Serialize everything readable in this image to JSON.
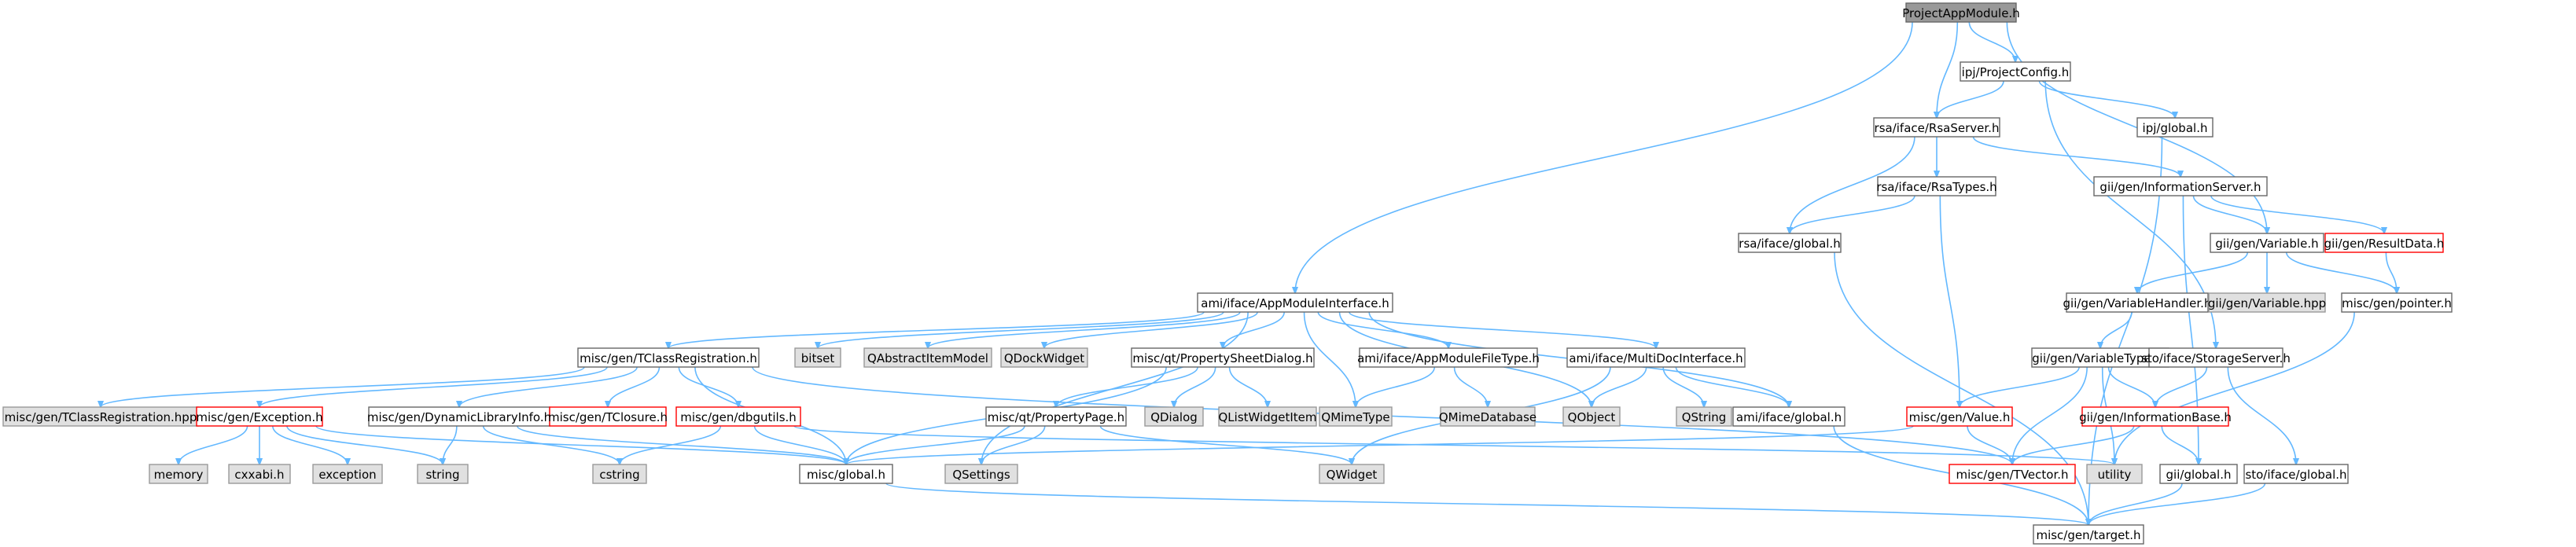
{
  "title": "ProjectAppModule.h",
  "colors": {
    "edge": "#63b8ff",
    "root_fill": "#999999",
    "root_border": "#666666",
    "normal_fill": "#ffffff",
    "normal_border": "#666666",
    "ext_fill": "#e0e0e0",
    "ext_border": "#999999",
    "trunc_border": "#ff0000"
  },
  "nodes": [
    {
      "id": "root",
      "label": "ProjectAppModule.h",
      "style": "root"
    },
    {
      "id": "ipj_pc",
      "label": "ipj/ProjectConfig.h",
      "style": "normal"
    },
    {
      "id": "rsa_server",
      "label": "rsa/iface/RsaServer.h",
      "style": "normal"
    },
    {
      "id": "ipj_global",
      "label": "ipj/global.h",
      "style": "normal"
    },
    {
      "id": "rsa_types",
      "label": "rsa/iface/RsaTypes.h",
      "style": "normal"
    },
    {
      "id": "gii_is",
      "label": "gii/gen/InformationServer.h",
      "style": "normal"
    },
    {
      "id": "rsa_global",
      "label": "rsa/iface/global.h",
      "style": "normal"
    },
    {
      "id": "gii_var",
      "label": "gii/gen/Variable.h",
      "style": "normal"
    },
    {
      "id": "gii_rd",
      "label": "gii/gen/ResultData.h",
      "style": "trunc"
    },
    {
      "id": "ami_ami",
      "label": "ami/iface/AppModuleInterface.h",
      "style": "normal"
    },
    {
      "id": "gii_vh",
      "label": "gii/gen/VariableHandler.h",
      "style": "normal"
    },
    {
      "id": "gii_varhpp",
      "label": "gii/gen/Variable.hpp",
      "style": "ext"
    },
    {
      "id": "misc_ptr",
      "label": "misc/gen/pointer.h",
      "style": "normal"
    },
    {
      "id": "mtcr",
      "label": "misc/gen/TClassRegistration.h",
      "style": "normal"
    },
    {
      "id": "bitset",
      "label": "bitset",
      "style": "ext"
    },
    {
      "id": "qaim",
      "label": "QAbstractItemModel",
      "style": "ext"
    },
    {
      "id": "qdw",
      "label": "QDockWidget",
      "style": "ext"
    },
    {
      "id": "mqpsd",
      "label": "misc/qt/PropertySheetDialog.h",
      "style": "normal"
    },
    {
      "id": "ami_amft",
      "label": "ami/iface/AppModuleFileType.h",
      "style": "normal"
    },
    {
      "id": "ami_mdi",
      "label": "ami/iface/MultiDocInterface.h",
      "style": "normal"
    },
    {
      "id": "gii_vt",
      "label": "gii/gen/VariableTypes.h",
      "style": "normal"
    },
    {
      "id": "sto_ss",
      "label": "sto/iface/StorageServer.h",
      "style": "normal"
    },
    {
      "id": "mtcr_hpp",
      "label": "misc/gen/TClassRegistration.hpp",
      "style": "ext"
    },
    {
      "id": "mexc",
      "label": "misc/gen/Exception.h",
      "style": "trunc"
    },
    {
      "id": "mdli",
      "label": "misc/gen/DynamicLibraryInfo.h",
      "style": "normal"
    },
    {
      "id": "mtcl",
      "label": "misc/gen/TClosure.h",
      "style": "trunc"
    },
    {
      "id": "mdbg",
      "label": "misc/gen/dbgutils.h",
      "style": "trunc"
    },
    {
      "id": "mqpp",
      "label": "misc/qt/PropertyPage.h",
      "style": "normal"
    },
    {
      "id": "qdialog",
      "label": "QDialog",
      "style": "ext"
    },
    {
      "id": "qlwi",
      "label": "QListWidgetItem",
      "style": "ext"
    },
    {
      "id": "qmime",
      "label": "QMimeType",
      "style": "ext"
    },
    {
      "id": "qmdb",
      "label": "QMimeDatabase",
      "style": "ext"
    },
    {
      "id": "qobject",
      "label": "QObject",
      "style": "ext"
    },
    {
      "id": "qstring",
      "label": "QString",
      "style": "ext"
    },
    {
      "id": "ami_global",
      "label": "ami/iface/global.h",
      "style": "normal"
    },
    {
      "id": "mval",
      "label": "misc/gen/Value.h",
      "style": "trunc"
    },
    {
      "id": "gii_ib",
      "label": "gii/gen/InformationBase.h",
      "style": "trunc"
    },
    {
      "id": "memory",
      "label": "memory",
      "style": "ext"
    },
    {
      "id": "cxxabi",
      "label": "cxxabi.h",
      "style": "ext"
    },
    {
      "id": "exception",
      "label": "exception",
      "style": "ext"
    },
    {
      "id": "string",
      "label": "string",
      "style": "ext"
    },
    {
      "id": "cstring",
      "label": "cstring",
      "style": "ext"
    },
    {
      "id": "mglobal",
      "label": "misc/global.h",
      "style": "normal"
    },
    {
      "id": "qsettings",
      "label": "QSettings",
      "style": "ext"
    },
    {
      "id": "qwidget",
      "label": "QWidget",
      "style": "ext"
    },
    {
      "id": "mtvec",
      "label": "misc/gen/TVector.h",
      "style": "trunc"
    },
    {
      "id": "utility",
      "label": "utility",
      "style": "ext"
    },
    {
      "id": "gii_global",
      "label": "gii/global.h",
      "style": "normal"
    },
    {
      "id": "sto_global",
      "label": "sto/iface/global.h",
      "style": "normal"
    },
    {
      "id": "mtarget",
      "label": "misc/gen/target.h",
      "style": "normal"
    }
  ],
  "edges": [
    [
      "root",
      "ipj_pc"
    ],
    [
      "root",
      "rsa_server"
    ],
    [
      "root",
      "gii_var"
    ],
    [
      "root",
      "ami_ami"
    ],
    [
      "ipj_pc",
      "rsa_server"
    ],
    [
      "ipj_pc",
      "ipj_global"
    ],
    [
      "ipj_pc",
      "sto_ss"
    ],
    [
      "ipj_global",
      "mtarget"
    ],
    [
      "rsa_server",
      "rsa_types"
    ],
    [
      "rsa_server",
      "gii_is"
    ],
    [
      "rsa_server",
      "rsa_global"
    ],
    [
      "rsa_types",
      "rsa_global"
    ],
    [
      "rsa_types",
      "mval"
    ],
    [
      "rsa_global",
      "mtarget"
    ],
    [
      "gii_is",
      "gii_var"
    ],
    [
      "gii_is",
      "gii_rd"
    ],
    [
      "gii_is",
      "gii_global"
    ],
    [
      "gii_var",
      "gii_vh"
    ],
    [
      "gii_var",
      "gii_varhpp"
    ],
    [
      "gii_var",
      "misc_ptr"
    ],
    [
      "gii_rd",
      "misc_ptr"
    ],
    [
      "misc_ptr",
      "utility"
    ],
    [
      "gii_vh",
      "gii_vt"
    ],
    [
      "gii_vt",
      "mval"
    ],
    [
      "gii_vt",
      "gii_ib"
    ],
    [
      "gii_vt",
      "utility"
    ],
    [
      "gii_vt",
      "mtvec"
    ],
    [
      "sto_ss",
      "gii_ib"
    ],
    [
      "sto_ss",
      "sto_global"
    ],
    [
      "gii_ib",
      "mtvec"
    ],
    [
      "gii_ib",
      "gii_global"
    ],
    [
      "mval",
      "mtvec"
    ],
    [
      "mval",
      "mglobal"
    ],
    [
      "gii_global",
      "mtarget"
    ],
    [
      "sto_global",
      "mtarget"
    ],
    [
      "ami_ami",
      "mtcr"
    ],
    [
      "ami_ami",
      "bitset"
    ],
    [
      "ami_ami",
      "qaim"
    ],
    [
      "ami_ami",
      "qdw"
    ],
    [
      "ami_ami",
      "mqpsd"
    ],
    [
      "ami_ami",
      "ami_amft"
    ],
    [
      "ami_ami",
      "ami_mdi"
    ],
    [
      "ami_ami",
      "qmime"
    ],
    [
      "ami_ami",
      "qobject"
    ],
    [
      "ami_ami",
      "ami_global"
    ],
    [
      "ami_ami",
      "qsettings"
    ],
    [
      "mtcr",
      "mtcr_hpp"
    ],
    [
      "mtcr",
      "mexc"
    ],
    [
      "mtcr",
      "mdli"
    ],
    [
      "mtcr",
      "mtcl"
    ],
    [
      "mtcr",
      "mdbg"
    ],
    [
      "mtcr",
      "mglobal"
    ],
    [
      "mtcr",
      "mtvec"
    ],
    [
      "mexc",
      "memory"
    ],
    [
      "mexc",
      "cxxabi"
    ],
    [
      "mexc",
      "exception"
    ],
    [
      "mexc",
      "string"
    ],
    [
      "mexc",
      "mglobal"
    ],
    [
      "mdli",
      "string"
    ],
    [
      "mdli",
      "cstring"
    ],
    [
      "mdli",
      "mglobal"
    ],
    [
      "mdbg",
      "cstring"
    ],
    [
      "mdbg",
      "mglobal"
    ],
    [
      "mdbg",
      "utility"
    ],
    [
      "mqpsd",
      "mqpp"
    ],
    [
      "mqpsd",
      "qdialog"
    ],
    [
      "mqpsd",
      "qlwi"
    ],
    [
      "mqpsd",
      "mglobal"
    ],
    [
      "mqpp",
      "mglobal"
    ],
    [
      "mqpp",
      "qsettings"
    ],
    [
      "mqpp",
      "qwidget"
    ],
    [
      "ami_amft",
      "qmime"
    ],
    [
      "ami_amft",
      "qmdb"
    ],
    [
      "ami_mdi",
      "qobject"
    ],
    [
      "ami_mdi",
      "qstring"
    ],
    [
      "ami_mdi",
      "ami_global"
    ],
    [
      "ami_mdi",
      "qwidget"
    ],
    [
      "ami_global",
      "mtarget"
    ],
    [
      "mglobal",
      "mtarget"
    ]
  ]
}
